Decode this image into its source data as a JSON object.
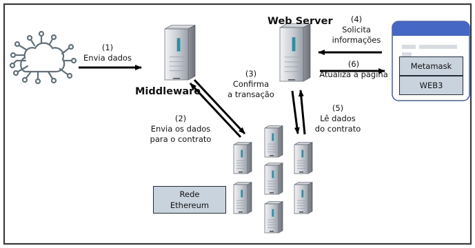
{
  "colors": {
    "frame": "#3a3a3a",
    "arrow": "#000000",
    "server_body": "#c9ccd3",
    "server_shade": "#7d828c",
    "server_accent": "#2b8fa3",
    "cloud_icon": "#5f7078",
    "box_fill": "#c8d3dd",
    "browser_header": "#4668c4",
    "browser_border": "#3b5bb8"
  },
  "icons": {
    "iot_cloud": "iot-cloud-icon",
    "middleware": "server-tower-icon",
    "web_server": "server-tower-icon",
    "ethereum_nodes": "server-tower-icon",
    "browser": "browser-window-icon"
  },
  "nodes": {
    "web_server": "Web Server",
    "middleware": "Middleware",
    "metamask": "Metamask",
    "web3": "WEB3",
    "rede": [
      "Rede",
      "Ethereum"
    ]
  },
  "steps": {
    "s1": [
      "(1)",
      "Envia dados"
    ],
    "s2": [
      "(2)",
      "Envia os dados",
      "para o contrato"
    ],
    "s3": [
      "(3)",
      "Confirma",
      "a transação"
    ],
    "s4": [
      "(4)",
      "Solicita",
      "informações"
    ],
    "s5": [
      "(5)",
      "Lê dados",
      "do contrato"
    ],
    "s6": [
      "(6)",
      "Atualiza a página"
    ]
  }
}
